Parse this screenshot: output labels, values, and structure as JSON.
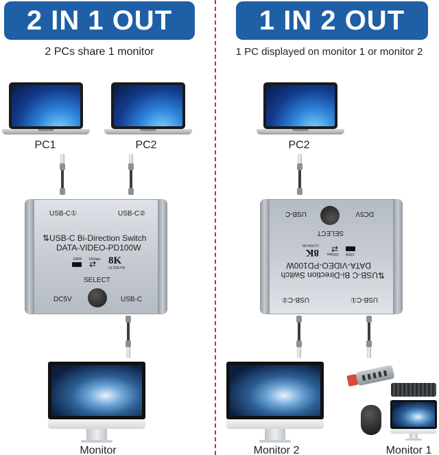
{
  "left": {
    "banner": "2 IN 1 OUT",
    "subtitle": "2 PCs share 1 monitor",
    "pc1_label": "PC1",
    "pc2_label": "PC2",
    "monitor_label": "Monitor",
    "switch": {
      "port1": "USB-C①",
      "port2": "USB-C②",
      "line1": "⇅USB-C  Bi-Direction  Switch",
      "line2": "DATA-VIDEO-PD100W",
      "power": "100W",
      "speed": "10Gbps",
      "res": "8K",
      "res_sub": "ULTRA HD",
      "select": "SELECT",
      "dc": "DC5V",
      "usbc": "USB-C"
    }
  },
  "right": {
    "banner": "1 IN 2 OUT",
    "subtitle": "1 PC displayed on monitor 1 or monitor 2",
    "pc2_label": "PC2",
    "monitor2_label": "Monitor 2",
    "monitor1_label": "Monitor 1",
    "switch": {
      "usbc": "USB-C",
      "dc": "DC5V",
      "select": "SELECT",
      "res": "8K",
      "res_sub": "ULTRA HD",
      "speed": "10Gbps",
      "power": "100W",
      "line2": "DATA-VIDEO-PD100W",
      "line1": "⇅USB-C  Bi-Direction  Switch",
      "port2": "USB-C②",
      "port1": "USB-C①"
    }
  },
  "colors": {
    "banner": "#1e5fa6",
    "divider": "#d8262d"
  }
}
